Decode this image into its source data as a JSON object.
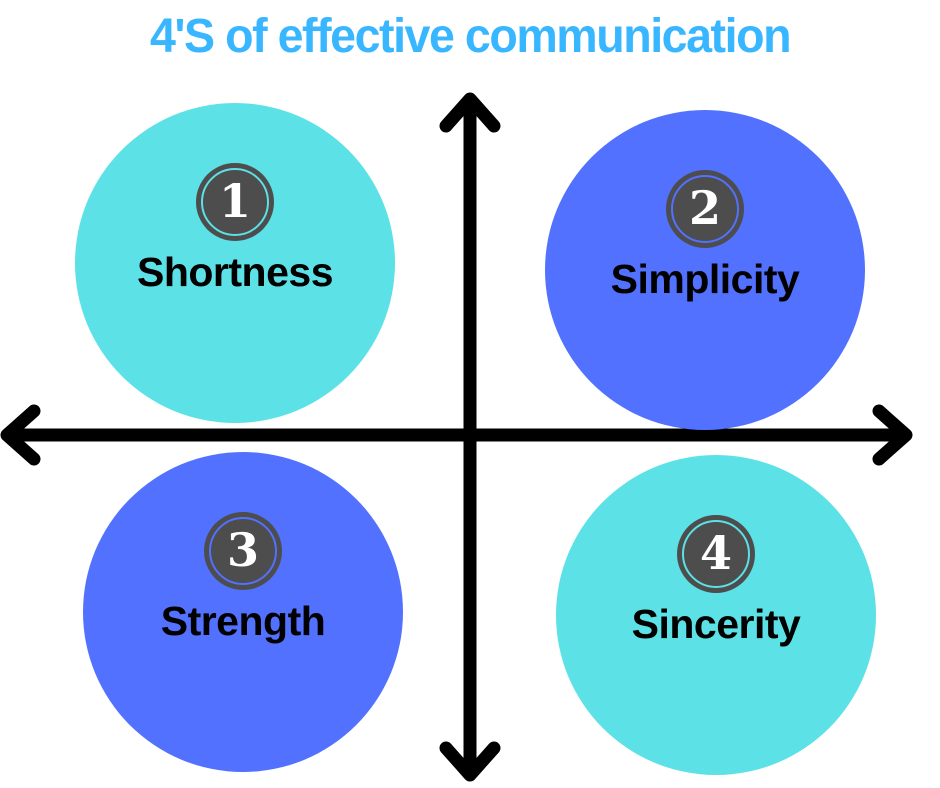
{
  "title": "4'S of effective communication",
  "colors": {
    "teal": "#5CE1E6",
    "blue": "#5271FF",
    "title_blue": "#38B6FF",
    "badge_gray": "#4D4D4D",
    "axis_black": "#000000"
  },
  "diagram": {
    "type": "quadrant",
    "axes": {
      "style": "double-headed-arrows",
      "color": "#000000"
    },
    "items": [
      {
        "number": "1",
        "label": "Shortness",
        "color": "teal",
        "quadrant": "top-left"
      },
      {
        "number": "2",
        "label": "Simplicity",
        "color": "blue",
        "quadrant": "top-right"
      },
      {
        "number": "3",
        "label": "Strength",
        "color": "blue",
        "quadrant": "bottom-left"
      },
      {
        "number": "4",
        "label": "Sincerity",
        "color": "teal",
        "quadrant": "bottom-right"
      }
    ]
  }
}
